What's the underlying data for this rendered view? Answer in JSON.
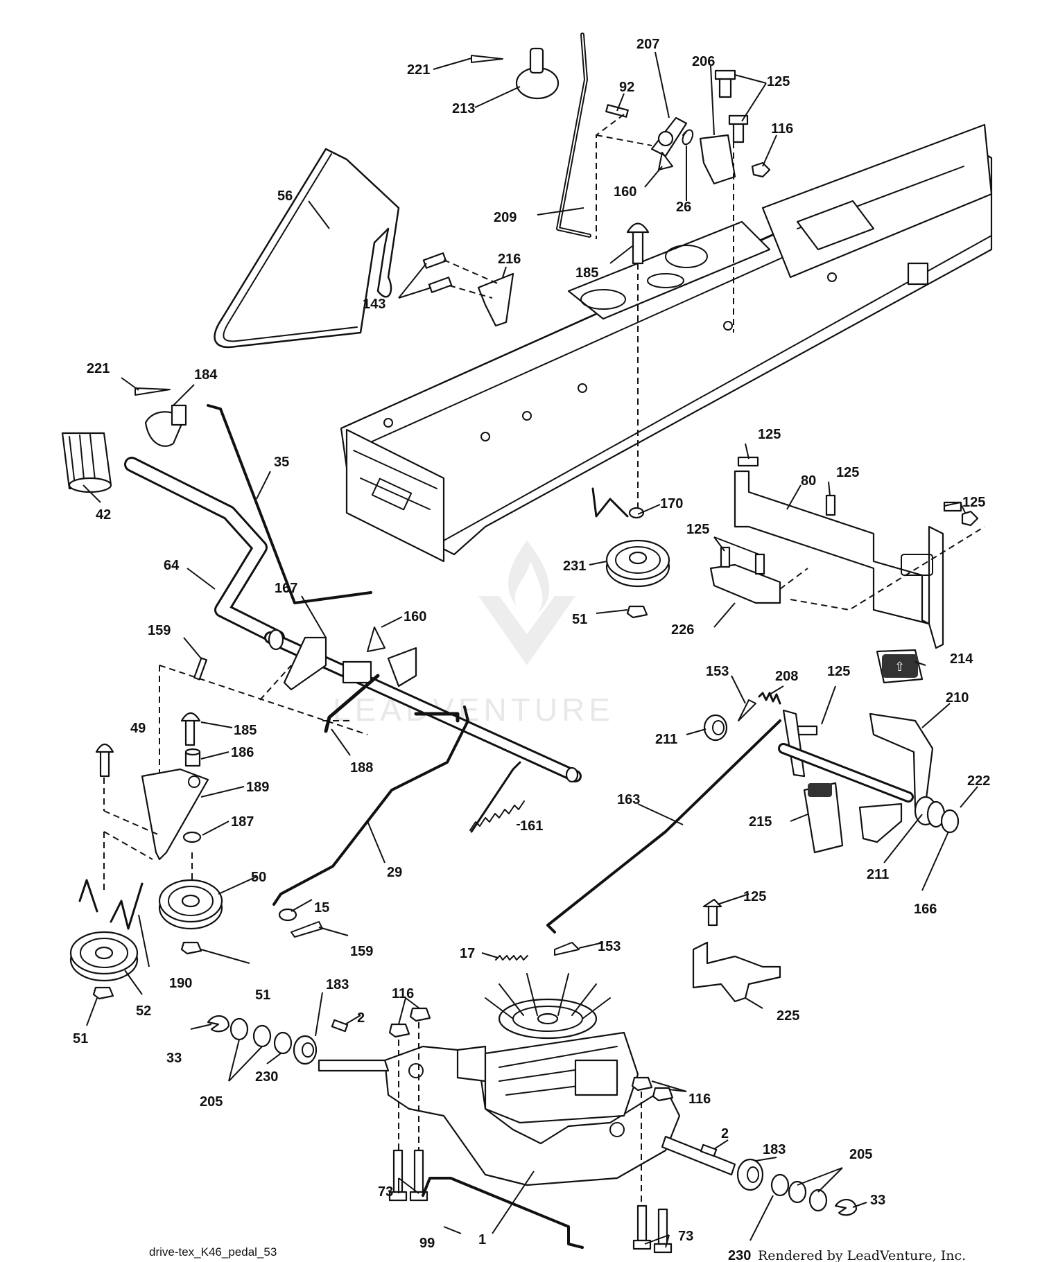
{
  "labels": [
    "221",
    "213",
    "207",
    "92",
    "206",
    "125",
    "116",
    "56",
    "160",
    "26",
    "209",
    "185",
    "216",
    "143",
    "221",
    "184",
    "35",
    "42",
    "64",
    "167",
    "160",
    "159",
    "170",
    "231",
    "51",
    "125",
    "80",
    "125",
    "125",
    "125",
    "226",
    "185",
    "186",
    "189",
    "49",
    "187",
    "188",
    "161",
    "153",
    "208",
    "125",
    "214",
    "210",
    "211",
    "222",
    "163",
    "215",
    "211",
    "166",
    "29",
    "50",
    "15",
    "159",
    "51",
    "190",
    "52",
    "51",
    "183",
    "116",
    "2",
    "33",
    "205",
    "230",
    "17",
    "153",
    "125",
    "225",
    "116",
    "2",
    "183",
    "205",
    "33",
    "1",
    "73",
    "99",
    "73",
    "230"
  ],
  "footer": {
    "drawing_id": "drive-tex_K46_pedal_53",
    "credit": "Rendered by LeadVenture, Inc."
  },
  "watermark": "LEADVENTURE",
  "colors": {
    "line": "#111111",
    "watermark": "#e6e6e6",
    "background": "#ffffff"
  }
}
